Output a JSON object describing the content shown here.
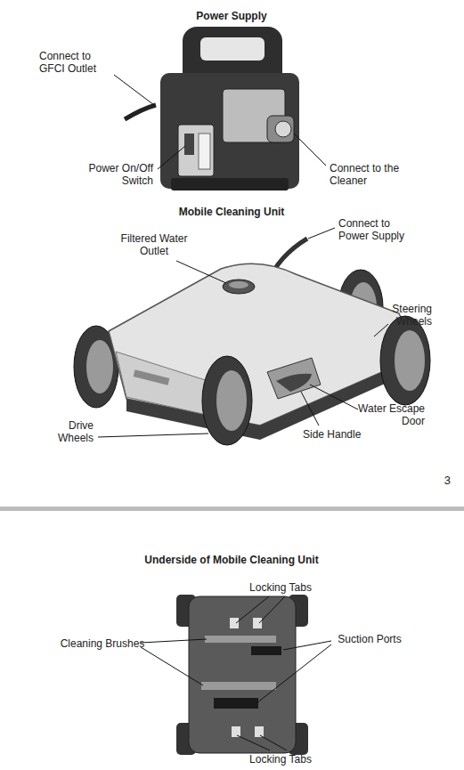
{
  "diagram": {
    "labels": [
      "Power Supply",
      "Connect to GFCI Outlet",
      "Power On/Off Switch",
      "Connect to the Cleaner",
      "Mobile Cleaning Unit",
      "Connect to Power Supply",
      "Filtered Water Outlet",
      "Steering Wheels",
      "Water Escape Door",
      "Drive Wheels",
      "Side Handle",
      "3",
      "Underside of Mobile Cleaning Unit",
      "Locking Tabs",
      "Cleaning Brushes",
      "Suction Ports",
      "Locking Tabs"
    ]
  }
}
